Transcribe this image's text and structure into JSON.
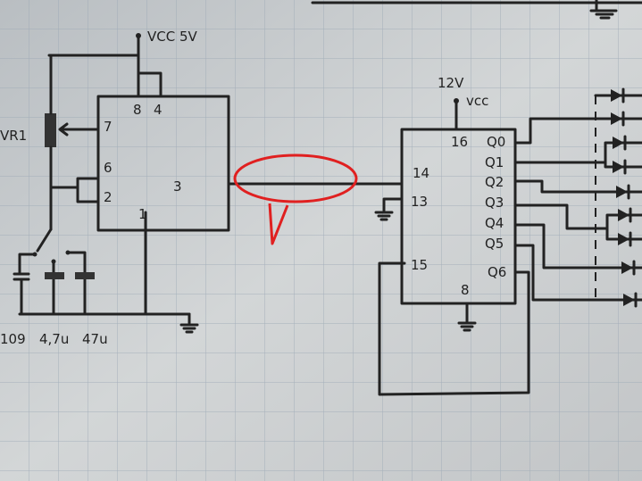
{
  "timer_ic": {
    "supply_label": "VCC 5V",
    "pins": [
      "8",
      "4",
      "7",
      "6",
      "2",
      "3",
      "1"
    ],
    "pot_label": "VR1",
    "capacitors": [
      "109",
      "4,7u",
      "47u"
    ]
  },
  "counter_ic": {
    "supply_voltage": "12V",
    "supply_label": "vcc",
    "input_pins": [
      "16",
      "14",
      "13",
      "15",
      "8"
    ],
    "outputs": [
      "Q0",
      "Q1",
      "Q2",
      "Q3",
      "Q4",
      "Q5",
      "Q6"
    ]
  },
  "annotation": {
    "color": "#e02020"
  },
  "colors": {
    "ink": "#222222",
    "paper": "#c9cdcf",
    "grid": "#9aa7b4"
  }
}
